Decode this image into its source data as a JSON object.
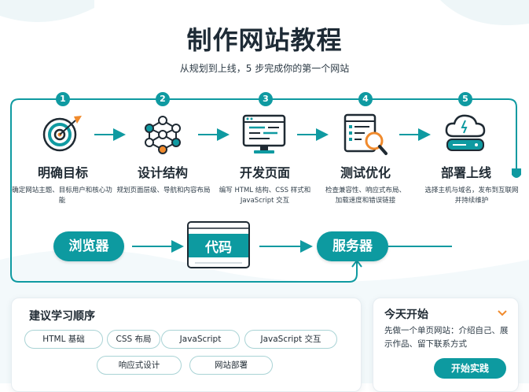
{
  "title": "制作网站教程",
  "subtitle": "从规划到上线，5 步完成你的第一个网站",
  "steps": [
    {
      "num": "1",
      "label": "明确目标",
      "desc": "确定网站主题、目标用户和核心功能",
      "icon": "target-icon"
    },
    {
      "num": "2",
      "label": "设计结构",
      "desc": "规划页面层级、导航和内容布局",
      "icon": "structure-network-icon"
    },
    {
      "num": "3",
      "label": "开发页面",
      "desc": "编写 HTML 结构、CSS 样式和 JavaScript 交互",
      "icon": "code-monitor-icon"
    },
    {
      "num": "4",
      "label": "测试优化",
      "desc": "检查兼容性、响应式布局、加载速度和错误链接",
      "icon": "test-magnifier-icon"
    },
    {
      "num": "5",
      "label": "部署上线",
      "desc": "选择主机与域名，发布到互联网并持续维护",
      "icon": "cloud-server-icon"
    }
  ],
  "flow": {
    "browser": "浏览器",
    "code": "代码",
    "server": "服务器"
  },
  "learning": {
    "title": "建议学习顺序",
    "items": [
      "HTML 基础",
      "CSS 布局",
      "JavaScript",
      "JavaScript 交互",
      "响应式设计",
      "网站部署"
    ]
  },
  "today": {
    "title": "今天开始",
    "text": "先做一个单页网站：介绍自己、展示作品、留下联系方式",
    "button": "开始实践"
  },
  "colors": {
    "teal": "#0f9aa1",
    "orange": "#f08a2c",
    "dark": "#1f2a33"
  }
}
